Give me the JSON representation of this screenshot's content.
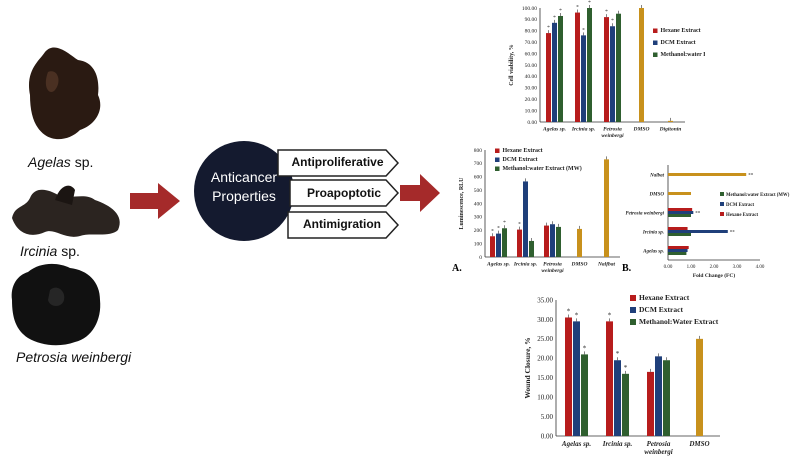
{
  "sponges": [
    {
      "genus": "Agelas",
      "suffix": " sp."
    },
    {
      "genus": "Ircinia",
      "suffix": " sp."
    },
    {
      "genus": "Petrosia weinbergi",
      "suffix": ""
    }
  ],
  "center": {
    "line1": "Anticancer",
    "line2": "Properties"
  },
  "activities": [
    "Antiproliferative",
    "Proapoptotic",
    "Antimigration"
  ],
  "colors": {
    "hexane": "#b71c1c",
    "dcm": "#1f3f7a",
    "mw": "#2f5f2f",
    "control": "#c8911c",
    "arrow": "#a52a2a"
  },
  "panel_labels": {
    "a": "A.",
    "b": "B."
  },
  "chart_data": [
    {
      "id": "cell-viability",
      "type": "bar",
      "ylabel": "Cell viability, %",
      "ylim": [
        0,
        100
      ],
      "yticks": [
        "0.00",
        "10.00",
        "20.00",
        "30.00",
        "40.00",
        "50.00",
        "60.00",
        "70.00",
        "80.00",
        "90.00",
        "100.00"
      ],
      "categories": [
        "Agelas sp.",
        "Ircinia sp.",
        "Petrosia weinbergi",
        "DMSO",
        "Digitonin"
      ],
      "series": [
        {
          "name": "Hexane Extract",
          "values": [
            78,
            96,
            92,
            null,
            null
          ]
        },
        {
          "name": "DCM Extract",
          "values": [
            87,
            76,
            84,
            null,
            null
          ]
        },
        {
          "name": "Methanol:water Extract (MW)",
          "values": [
            93,
            100,
            95,
            null,
            null
          ]
        },
        {
          "name": "",
          "values": [
            null,
            null,
            null,
            100,
            1
          ]
        }
      ],
      "stars": [
        "*",
        "*",
        "*",
        "*",
        "*",
        "*",
        "*",
        "*"
      ],
      "legend": "right"
    },
    {
      "id": "luminescence",
      "type": "bar",
      "ylabel": "Luminescence, RLU",
      "ylim": [
        0,
        800
      ],
      "yticks": [
        "0",
        "100",
        "200",
        "300",
        "400",
        "500",
        "600",
        "700",
        "800"
      ],
      "categories": [
        "Agelas sp.",
        "Ircinia sp.",
        "Petrosia weinbergi",
        "DMSO",
        "Nalfbat"
      ],
      "series": [
        {
          "name": "Hexane Extract",
          "values": [
            155,
            205,
            235,
            null,
            null
          ]
        },
        {
          "name": "DCM Extract",
          "values": [
            175,
            565,
            245,
            null,
            null
          ]
        },
        {
          "name": "Methanol:water Extract (MW)",
          "values": [
            215,
            120,
            225,
            null,
            null
          ]
        },
        {
          "name": "",
          "values": [
            null,
            null,
            null,
            210,
            730
          ]
        }
      ],
      "stars": [
        "*",
        "*",
        "*",
        "*"
      ],
      "legend": "top"
    },
    {
      "id": "fold-change",
      "type": "bar",
      "orientation": "horizontal",
      "xlabel": "Fold Change (FC)",
      "xlim": [
        0,
        4
      ],
      "xticks": [
        "0.00",
        "1.00",
        "2.00",
        "3.00",
        "4.00"
      ],
      "categories": [
        "Agelas sp.",
        "Ircinia sp.",
        "Petrosia weinbergi",
        "DMSO",
        "Nalbat"
      ],
      "series": [
        {
          "name": "Hexane Extract",
          "values": [
            0.9,
            0.85,
            1.05,
            null,
            null
          ]
        },
        {
          "name": "DCM Extract",
          "values": [
            0.85,
            2.6,
            1.1,
            null,
            null
          ]
        },
        {
          "name": "Methanol:water Extract (MW)",
          "values": [
            0.8,
            1.0,
            1.0,
            null,
            null
          ]
        },
        {
          "name": "",
          "values": [
            null,
            null,
            null,
            1.0,
            3.4
          ]
        }
      ],
      "stars": [
        "*",
        "*",
        "*",
        "*",
        "*",
        "*"
      ],
      "legend": "right"
    },
    {
      "id": "wound-closure",
      "type": "bar",
      "ylabel": "Wound Closure, %",
      "ylim": [
        0,
        35
      ],
      "yticks": [
        "0.00",
        "5.00",
        "10.00",
        "15.00",
        "20.00",
        "25.00",
        "30.00",
        "35.00"
      ],
      "categories": [
        "Agelas sp.",
        "Ircinia sp.",
        "Petrosia weinbergi",
        "DMSO"
      ],
      "series": [
        {
          "name": "Hexane Extract",
          "values": [
            30.5,
            29.5,
            16.5,
            null
          ]
        },
        {
          "name": "DCM Extract",
          "values": [
            29.5,
            19.5,
            20.5,
            null
          ]
        },
        {
          "name": "Methanol:Water Extract",
          "values": [
            21.0,
            16.0,
            19.5,
            null
          ]
        },
        {
          "name": "",
          "values": [
            null,
            null,
            null,
            25.0
          ]
        }
      ],
      "stars": [
        "*",
        "*",
        "*",
        "*",
        "*",
        "*"
      ],
      "legend": "top-right"
    }
  ]
}
